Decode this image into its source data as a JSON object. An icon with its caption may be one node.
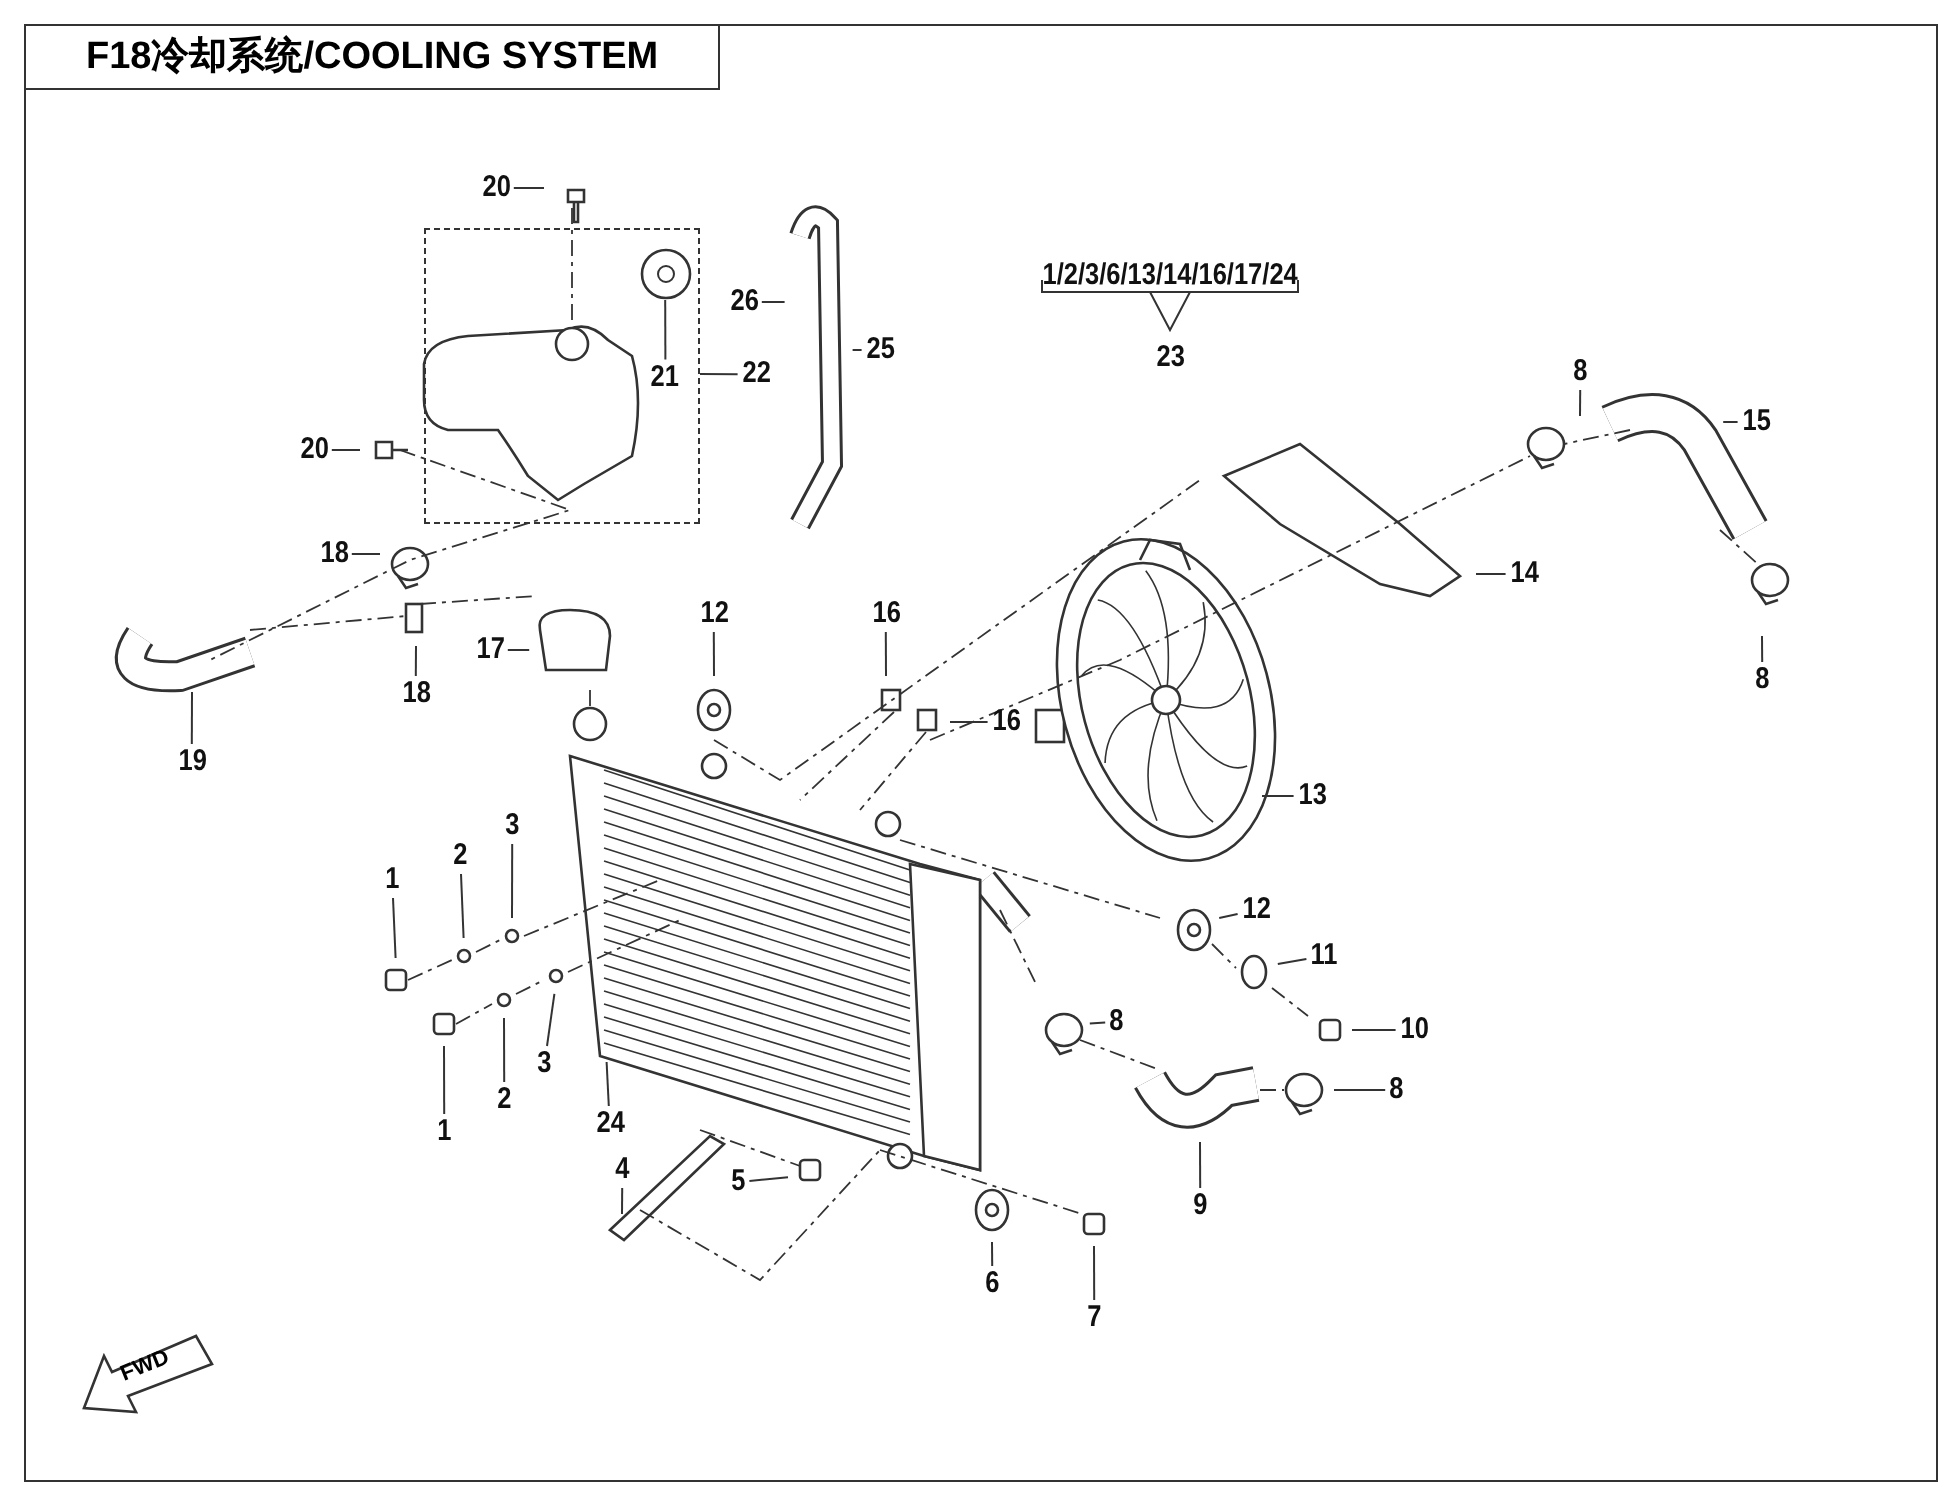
{
  "diagram": {
    "title": "F18冷却系统/COOLING SYSTEM",
    "nodes": [
      {
        "text": [
          "20"
        ]
      },
      {
        "text": [],
        "shape": "box"
      },
      {
        "text": [
          "26"
        ]
      },
      {
        "text": [
          "25"
        ]
      },
      {
        "text": [
          "8"
        ]
      },
      {
        "text": [
          "21"
        ],
        "in": 1
      },
      {
        "text": [
          "22"
        ]
      },
      {
        "text": [
          "15"
        ]
      },
      {
        "text": [
          "20"
        ]
      },
      {
        "text": [
          "18"
        ]
      },
      {
        "text": [
          "14"
        ]
      },
      {
        "text": [
          "16"
        ]
      },
      {
        "text": [
          "12"
        ]
      },
      {
        "text": [
          "17"
        ]
      },
      {
        "text": [
          "8"
        ]
      },
      {
        "text": [
          "18"
        ]
      },
      {
        "text": [
          "16"
        ]
      },
      {
        "text": [
          "19"
        ]
      },
      {
        "text": [
          "13"
        ]
      },
      {
        "text": [
          "1"
        ]
      },
      {
        "text": [
          "2"
        ]
      },
      {
        "text": [
          "3"
        ]
      },
      {
        "text": [
          "12"
        ]
      },
      {
        "text": [
          "11"
        ]
      },
      {
        "text": [
          "3"
        ]
      },
      {
        "text": [
          "10"
        ]
      },
      {
        "text": [
          "2"
        ]
      },
      {
        "text": [
          "1"
        ]
      },
      {
        "text": [
          "8"
        ]
      },
      {
        "text": [
          "8"
        ]
      },
      {
        "text": [
          "24"
        ]
      },
      {
        "text": [
          "4"
        ]
      },
      {
        "text": [
          "5"
        ]
      },
      {
        "text": [
          "9"
        ]
      },
      {
        "text": [
          "6"
        ]
      },
      {
        "text": [
          "7"
        ]
      },
      {
        "text": [
          "FWD"
        ]
      },
      {
        "text": [],
        "shape": "picture",
        "in": 1
      }
    ],
    "edges": [
      {
        "from": 0,
        "to": null,
        "arrow": "none"
      },
      {
        "from": 2,
        "to": null,
        "arrow": "none"
      },
      {
        "from": 3,
        "to": null,
        "arrow": "none"
      },
      {
        "from": 4,
        "to": null,
        "arrow": "none"
      },
      {
        "from": 5,
        "to": 37,
        "arrow": "none"
      },
      {
        "from": 6,
        "to": 1,
        "arrow": "none"
      },
      {
        "from": 7,
        "to": null,
        "arrow": "none"
      },
      {
        "from": 8,
        "to": null,
        "arrow": "none"
      },
      {
        "from": 9,
        "to": null,
        "arrow": "none"
      },
      {
        "from": 10,
        "to": null,
        "arrow": "none"
      },
      {
        "from": 11,
        "to": null,
        "arrow": "none"
      },
      {
        "from": 12,
        "to": null,
        "arrow": "none"
      },
      {
        "from": 13,
        "to": null,
        "arrow": "none"
      },
      {
        "from": 14,
        "to": null,
        "arrow": "none"
      },
      {
        "from": 15,
        "to": null,
        "arrow": "none"
      },
      {
        "from": 16,
        "to": null,
        "arrow": "none"
      },
      {
        "from": 17,
        "to": null,
        "arrow": "none"
      },
      {
        "from": 18,
        "to": null,
        "arrow": "none"
      },
      {
        "from": 19,
        "to": null,
        "arrow": "none"
      },
      {
        "from": 20,
        "to": null,
        "arrow": "none"
      },
      {
        "from": 21,
        "to": null,
        "arrow": "none"
      },
      {
        "from": 22,
        "to": null,
        "arrow": "none"
      },
      {
        "from": 23,
        "to": null,
        "arrow": "none"
      },
      {
        "from": 24,
        "to": null,
        "arrow": "none"
      },
      {
        "from": 25,
        "to": null,
        "arrow": "none"
      },
      {
        "from": 26,
        "to": null,
        "arrow": "none"
      },
      {
        "from": 27,
        "to": null,
        "arrow": "none"
      },
      {
        "from": 28,
        "to": null,
        "arrow": "none"
      },
      {
        "from": 29,
        "to": null,
        "arrow": "none"
      },
      {
        "from": 30,
        "to": null,
        "arrow": "none"
      },
      {
        "from": 31,
        "to": null,
        "arrow": "none"
      },
      {
        "from": 32,
        "to": null,
        "arrow": "none"
      },
      {
        "from": 33,
        "to": null,
        "arrow": "none"
      },
      {
        "from": 34,
        "to": null,
        "arrow": "none"
      },
      {
        "from": 35,
        "to": null,
        "arrow": "none"
      }
    ],
    "labels": [
      "1/2/3/6/13/14/16/17/24",
      "23"
    ]
  }
}
